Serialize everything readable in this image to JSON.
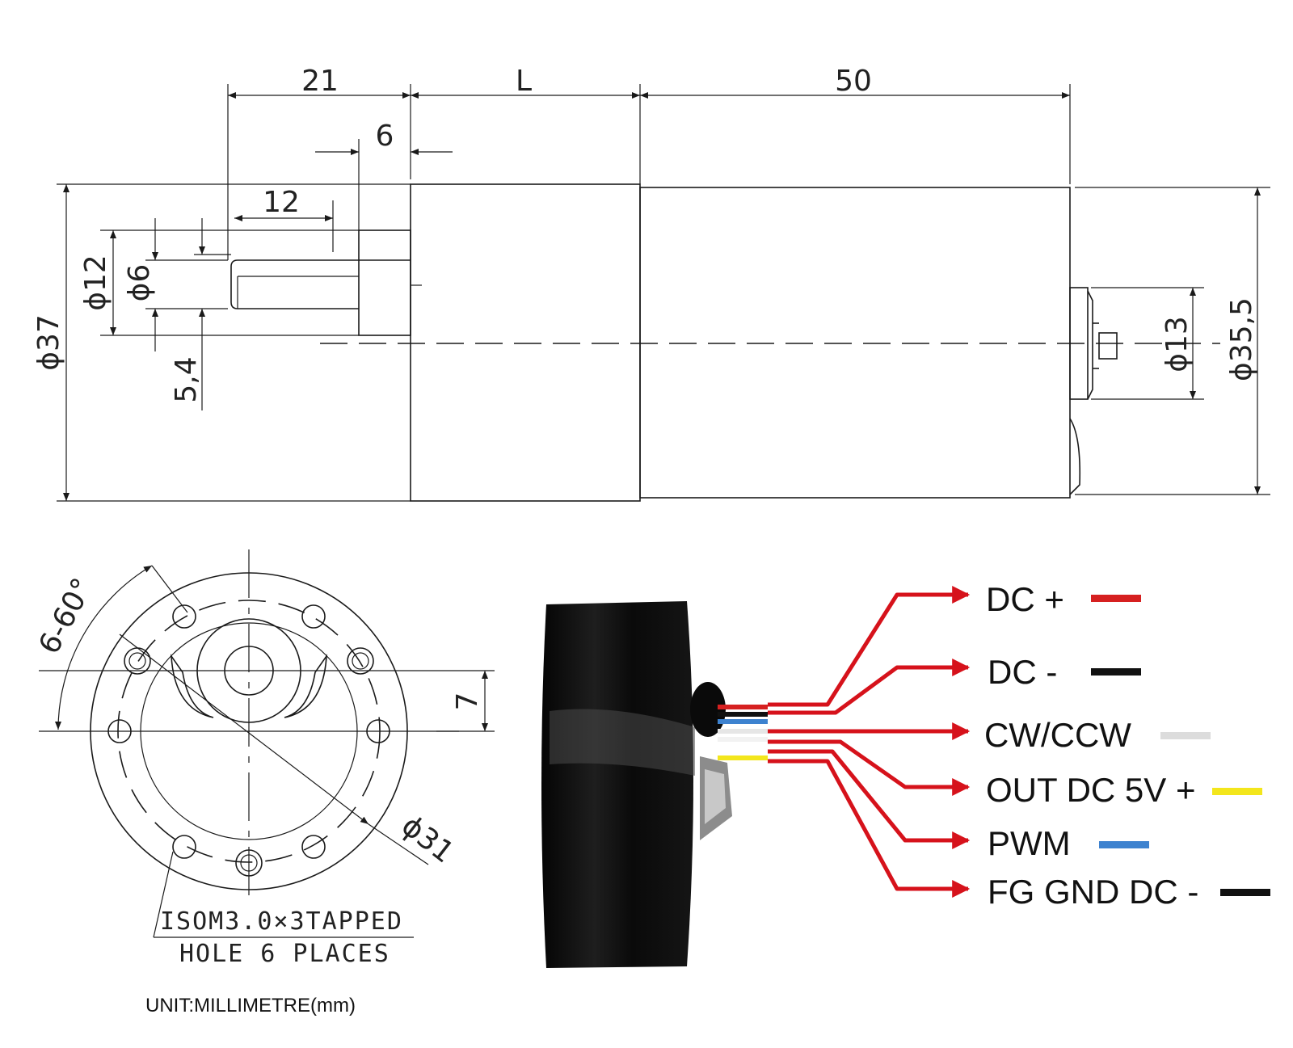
{
  "dimensions": {
    "shaft_length": "21",
    "gearbox_length": "L",
    "motor_length": "50",
    "flat_width": "6",
    "flat_length": "12",
    "boss_diameter": "ϕ12",
    "shaft_diameter": "ϕ6",
    "flat_height": "5,4",
    "gearbox_diameter": "ϕ37",
    "rear_boss_diameter": "ϕ13",
    "motor_diameter": "ϕ35,5"
  },
  "front_view": {
    "angle_label": "6-60°",
    "offset_label": "7",
    "pcd_label": "ϕ31",
    "hole_note_line1": "ISOM3.0×3TAPPED",
    "hole_note_line2": "HOLE 6 PLACES"
  },
  "unit_note": "UNIT:MILLIMETRE(mm)",
  "wiring": [
    {
      "label": "DC +",
      "color": "#d62020"
    },
    {
      "label": "DC -",
      "color": "#111111"
    },
    {
      "label": "CW/CCW",
      "color": "#dcdcdc"
    },
    {
      "label": "OUT DC 5V +",
      "color": "#f3e61c"
    },
    {
      "label": "PWM",
      "color": "#3d82cf"
    },
    {
      "label": "FG GND DC -",
      "color": "#111111"
    }
  ],
  "colors": {
    "arrow": "#d6121b",
    "motor_body": "#0b0b0b",
    "line": "#1a1a1a"
  }
}
